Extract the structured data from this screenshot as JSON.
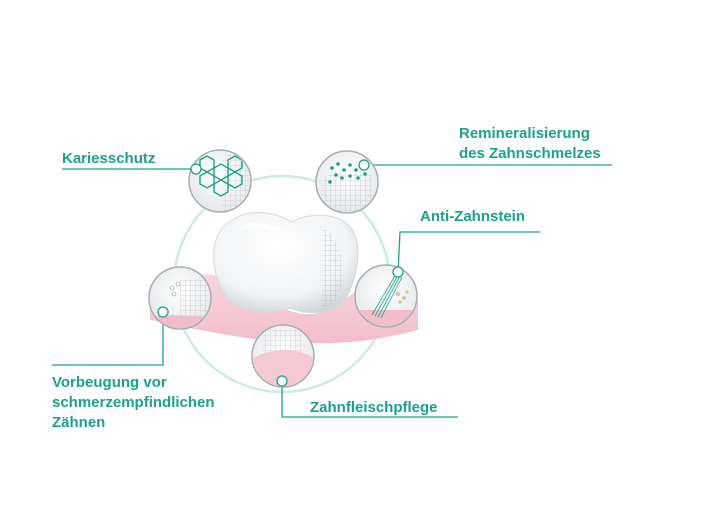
{
  "colors": {
    "accent": "#1aa38a",
    "gum": "#f4c9d3",
    "ring": "#c9ece3"
  },
  "labels": {
    "kariesschutz": "Kariesschutz",
    "remin_line1": "Remineralisierung",
    "remin_line2": "des Zahnschmelzes",
    "antizahnstein": "Anti-Zahnstein",
    "vorbeugung_line1": "Vorbeugung vor",
    "vorbeugung_line2": "schmerzempfindlichen",
    "vorbeugung_line3": "Zähnen",
    "zahnfleisch": "Zahnfleischpflege"
  }
}
